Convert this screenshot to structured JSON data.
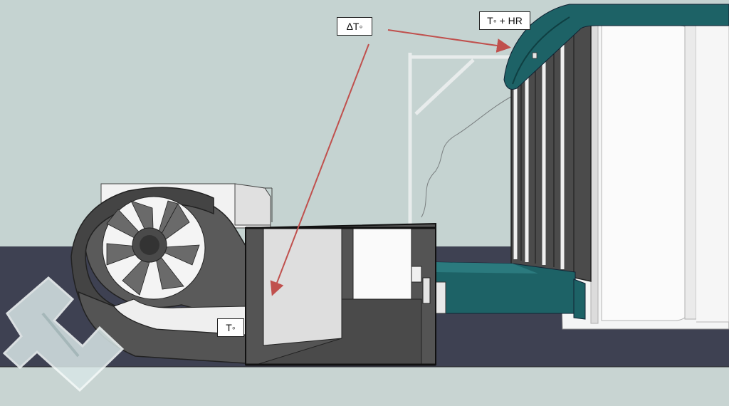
{
  "labels": {
    "delta_t": "ΔT◦",
    "t_hr": "T◦ + HR",
    "t": "T◦"
  },
  "colors": {
    "background": "#c5d3d1",
    "floor": "#3e4152",
    "floor_front": "#c8d4d2",
    "duct_dark": "#545454",
    "teal": "#1d6266",
    "arrow": "#c0504d",
    "panel_white": "#f2f2f2"
  },
  "icons": {
    "fan": "axial-fan-icon",
    "logo": "company-logo-icon"
  }
}
